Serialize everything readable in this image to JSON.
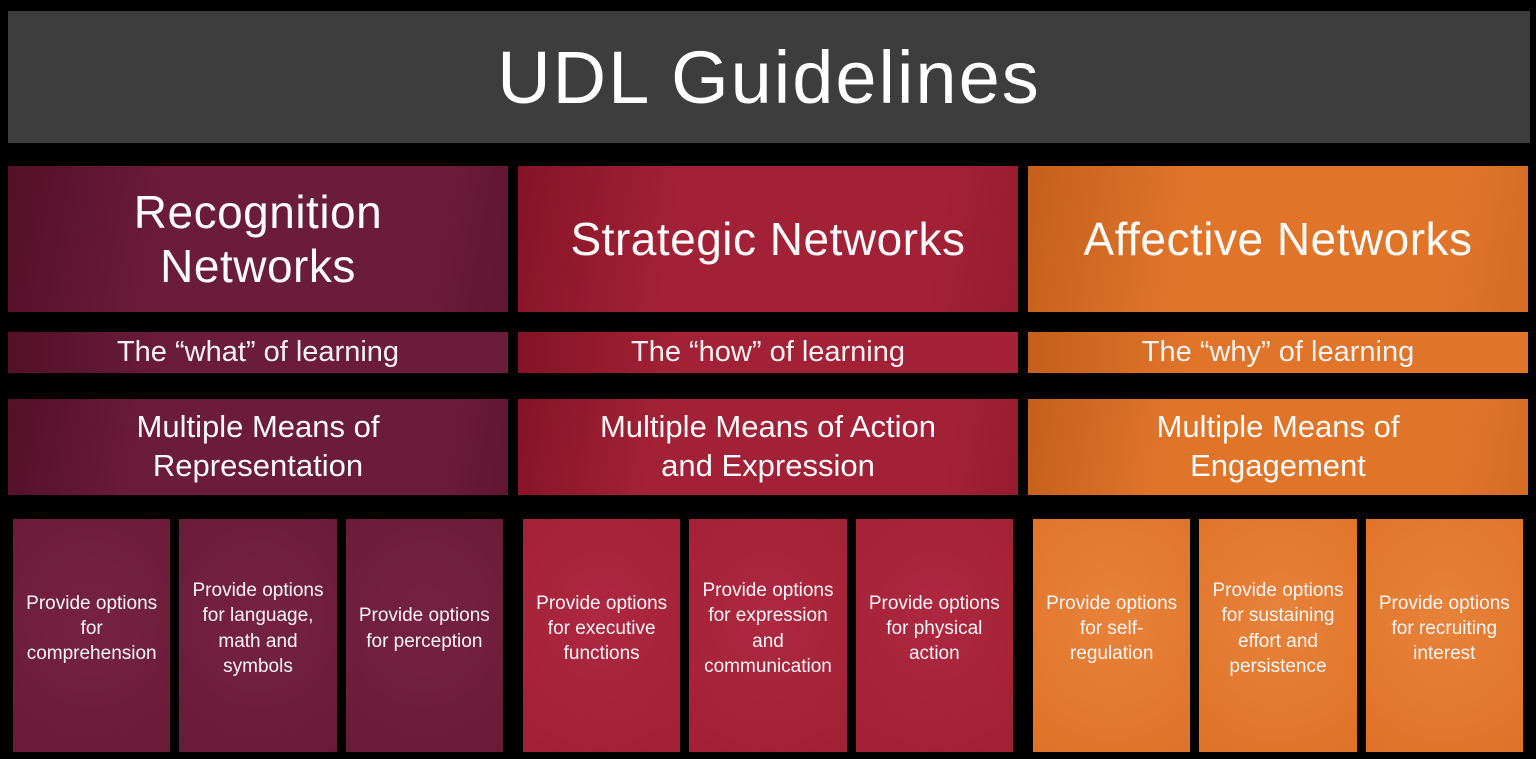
{
  "header": {
    "title": "UDL Guidelines"
  },
  "colors": {
    "background": "#000000",
    "header_bg": "#3e3d3d",
    "title_text": "#ffffff",
    "body_text": "#f8f4f5"
  },
  "columns": [
    {
      "id": "recognition",
      "network_label": "Recognition Networks",
      "tagline": "The “what” of learning",
      "means": "Multiple Means of Representation",
      "options": [
        "Provide options for comprehension",
        "Provide options for language, math and symbols",
        "Provide options for perception"
      ],
      "colors": {
        "base": "#6b1c39",
        "dark": "#531027",
        "light": "#762242",
        "dim": "#601631"
      }
    },
    {
      "id": "strategic",
      "network_label": "Strategic Networks",
      "tagline": "The “how” of learning",
      "means": "Multiple Means of Action and Expression",
      "options": [
        "Provide options for executive functions",
        "Provide options for expression and communication",
        "Provide options for physical action"
      ],
      "colors": {
        "base": "#a32136",
        "dark": "#841425",
        "light": "#ad2840",
        "dim": "#971b2f"
      }
    },
    {
      "id": "affective",
      "network_label": "Affective Networks",
      "tagline": "The “why” of learning",
      "means": "Multiple Means of Engagement",
      "options": [
        "Provide options for self-regulation",
        "Provide options for sustaining effort and persistence",
        "Provide options for recruiting interest"
      ],
      "colors": {
        "base": "#e0752a",
        "dark": "#c55f1c",
        "light": "#e8823a",
        "dim": "#d56c24"
      }
    }
  ]
}
